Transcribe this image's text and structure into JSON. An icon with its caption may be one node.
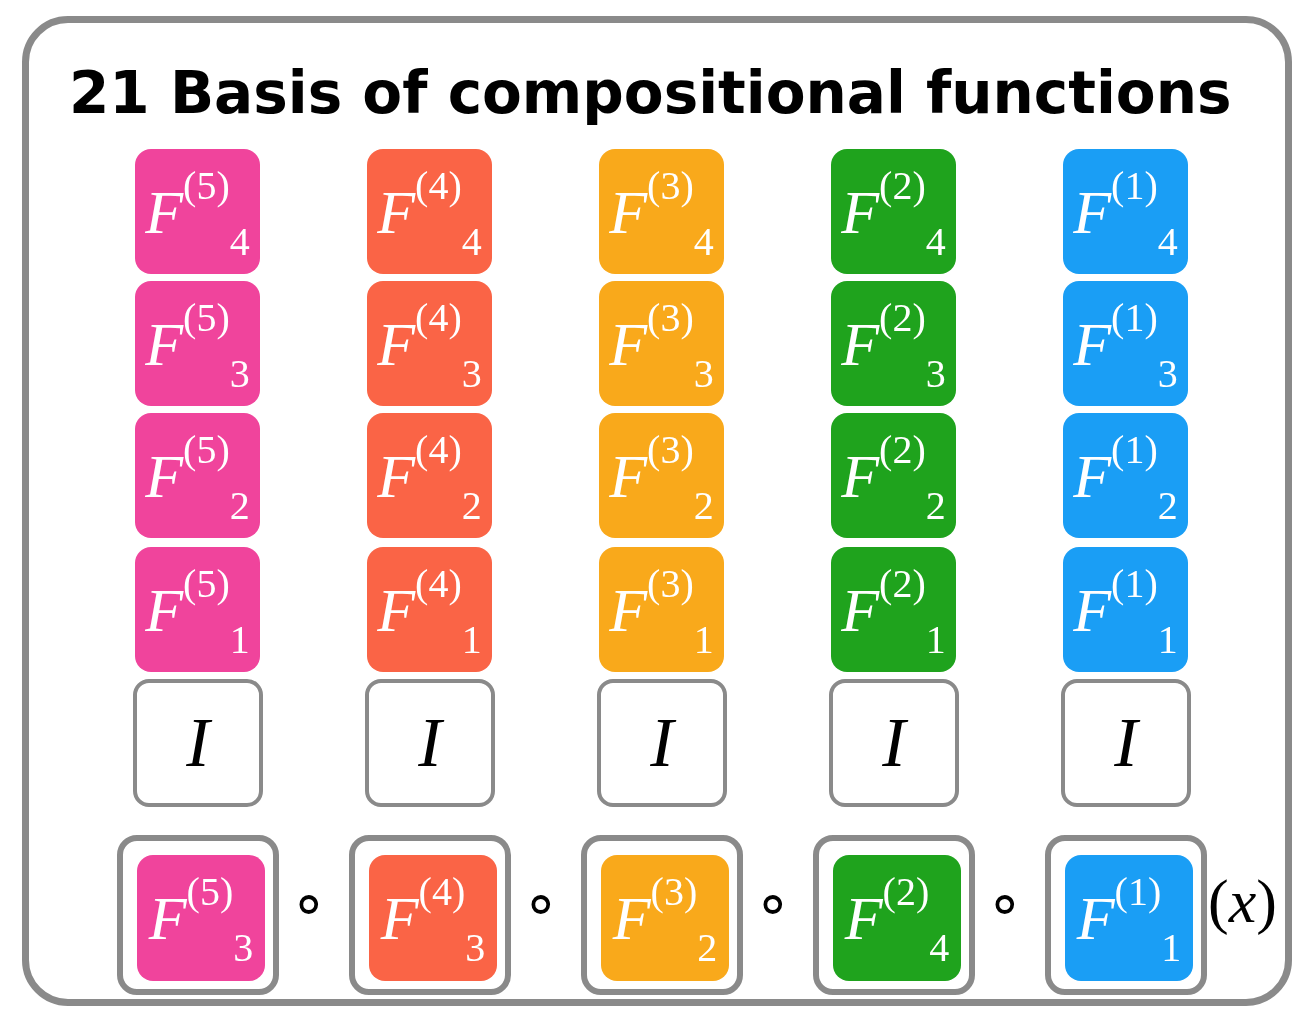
{
  "diagram": {
    "nodes": [
      {
        "text": [
          "21 Basis of compositional functions"
        ]
      },
      {
        "text": [
          "*F*$^{(5)}$$_{4}$"
        ],
        "in": 0
      },
      {
        "text": [
          "*F*$^{(4)}$$_{4}$"
        ],
        "in": 0
      },
      {
        "text": [
          "*F*$^{(3)}$$_{4}$"
        ],
        "in": 0
      },
      {
        "text": [
          "*F*$^{(2)}$$_{4}$"
        ],
        "in": 0
      },
      {
        "text": [
          "*F*$^{(1)}$$_{4}$"
        ],
        "in": 0
      },
      {
        "text": [
          "*F*$^{(5)}$$_{3}$"
        ],
        "in": 0
      },
      {
        "text": [
          "*F*$^{(4)}$$_{3}$"
        ],
        "in": 0
      },
      {
        "text": [
          "*F*$^{(3)}$$_{3}$"
        ],
        "in": 0
      },
      {
        "text": [
          "*F*$^{(2)}$$_{3}$"
        ],
        "in": 0
      },
      {
        "text": [
          "*F*$^{(1)}$$_{3}$"
        ],
        "in": 0
      },
      {
        "text": [
          "*F*$^{(5)}$$_{2}$"
        ],
        "in": 0
      },
      {
        "text": [
          "*F*$^{(4)}$$_{2}$"
        ],
        "in": 0
      },
      {
        "text": [
          "*F*$^{(3)}$$_{2}$"
        ],
        "in": 0
      },
      {
        "text": [
          "*F*$^{(2)}$$_{2}$"
        ],
        "in": 0
      },
      {
        "text": [
          "*F*$^{(1)}$$_{2}$"
        ],
        "in": 0
      },
      {
        "text": [
          "*F*$^{(5)}$$_{1}$"
        ],
        "in": 0
      },
      {
        "text": [
          "*F*$^{(4)}$$_{1}$"
        ],
        "in": 0
      },
      {
        "text": [
          "*F*$^{(3)}$$_{1}$"
        ],
        "in": 0
      },
      {
        "text": [
          "*F*$^{(2)}$$_{1}$"
        ],
        "in": 0
      },
      {
        "text": [
          "*F*$^{(1)}$$_{1}$"
        ],
        "in": 0
      },
      {
        "text": [
          "*I*"
        ],
        "in": 0
      },
      {
        "text": [
          "*I*"
        ],
        "in": 0
      },
      {
        "text": [
          "*I*"
        ],
        "in": 0
      },
      {
        "text": [
          "*I*"
        ],
        "in": 0
      },
      {
        "text": [
          "*I*"
        ],
        "in": 0
      },
      {
        "text": [],
        "shape": "box",
        "in": 0
      },
      {
        "text": [
          "*F*$^{(5)}$$_{3}$"
        ],
        "in": 26
      },
      {
        "text": [],
        "shape": "box",
        "in": 0
      },
      {
        "text": [
          "*F*$^{(4)}$$_{3}$"
        ],
        "in": 28
      },
      {
        "text": [],
        "shape": "box",
        "in": 0
      },
      {
        "text": [
          "*F*$^{(3)}$$_{2}$"
        ],
        "in": 30
      },
      {
        "text": [],
        "shape": "box",
        "in": 0
      },
      {
        "text": [
          "*F*$^{(2)}$$_{4}$"
        ],
        "in": 32
      },
      {
        "text": [],
        "shape": "box",
        "in": 0
      },
      {
        "text": [
          "*F*$^{(1)}$$_{1}$"
        ],
        "in": 34
      }
    ],
    "labels": [
      "∘",
      "∘",
      "∘",
      "∘",
      "(*x*)"
    ]
  }
}
